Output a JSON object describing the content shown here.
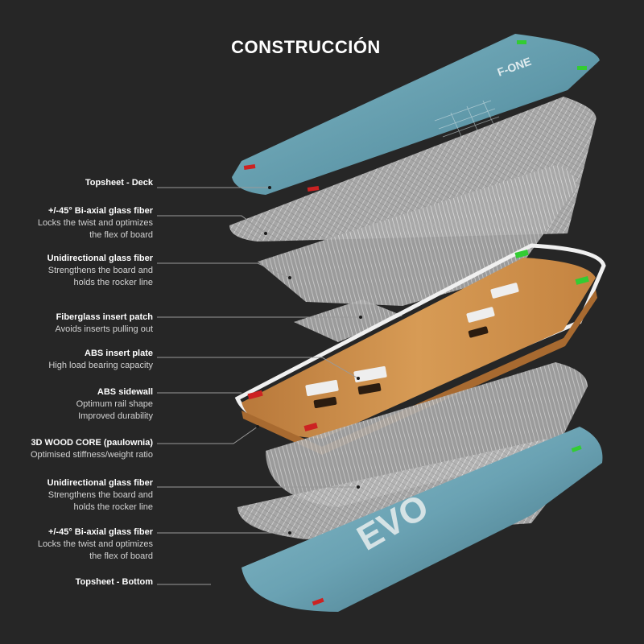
{
  "title": "CONSTRUCCIÓN",
  "layers": [
    {
      "title": "Topsheet - Deck",
      "desc": []
    },
    {
      "title": "+/-45° Bi-axial glass fiber",
      "desc": [
        "Locks the twist and optimizes",
        "the flex of board"
      ]
    },
    {
      "title": "Unidirectional glass fiber",
      "desc": [
        "Strengthens the board and",
        "holds the rocker line"
      ]
    },
    {
      "title": "Fiberglass insert patch",
      "desc": [
        "Avoids inserts pulling out"
      ]
    },
    {
      "title": "ABS insert plate",
      "desc": [
        "High load bearing capacity"
      ]
    },
    {
      "title": "ABS sidewall",
      "desc": [
        "Optimum rail shape",
        "Improved durability"
      ]
    },
    {
      "title": "3D WOOD CORE (paulownia)",
      "desc": [
        "Optimised stiffness/weight ratio"
      ]
    },
    {
      "title": "Unidirectional glass fiber",
      "desc": [
        "Strengthens the board and",
        "holds the rocker line"
      ]
    },
    {
      "title": "+/-45° Bi-axial glass fiber",
      "desc": [
        "Locks the twist and optimizes",
        "the flex of board"
      ]
    },
    {
      "title": "Topsheet - Bottom",
      "desc": []
    }
  ],
  "board_marks": {
    "deck_logo": "F-ONE",
    "bottom_logo": "EVO"
  },
  "colors": {
    "background": "#262626",
    "topsheet": "#6fa3b3",
    "wood": "#c98a45",
    "fiber": "#bdbdbd",
    "insert_green": "#33cc33",
    "insert_red": "#cc2222"
  }
}
